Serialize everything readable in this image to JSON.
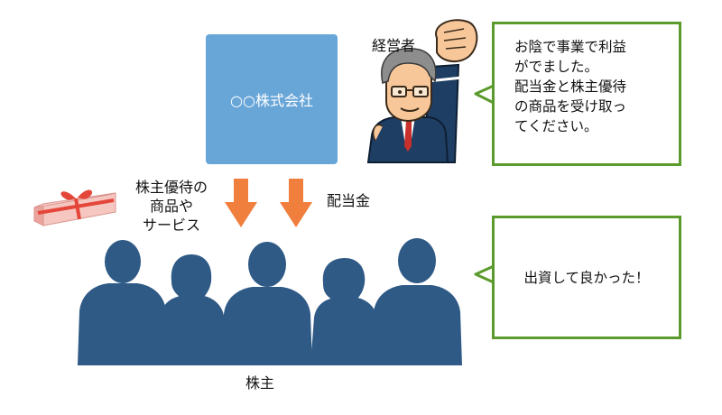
{
  "company_label": "○○株式会社",
  "ceo_label": "経営者",
  "ceo_message_lines": [
    "お陰で事業で利益",
    "がでました。",
    "配当金と株主優待",
    "の商品を受け取っ",
    "てください。"
  ],
  "benefit_label_lines": [
    "株主優待の",
    "商品や",
    "サービス"
  ],
  "dividend_label": "配当金",
  "shareholders_label": "株主",
  "shareholder_message": "出資して良かった！",
  "colors": {
    "company_box": "#69a6d8",
    "arrow": "#f07e3d",
    "bubble_border": "#5b9a2c",
    "silhouette": "#2f5a86",
    "gift": "#f3b3ad",
    "ribbon": "#e5463a"
  }
}
